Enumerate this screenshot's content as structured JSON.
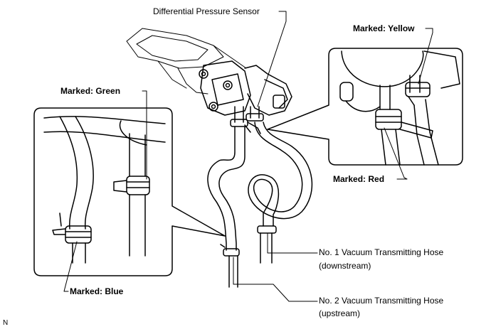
{
  "labels": {
    "differential_pressure_sensor": "Differential Pressure Sensor",
    "marked_yellow": "Marked: Yellow",
    "marked_green": "Marked: Green",
    "marked_red": "Marked: Red",
    "marked_blue": "Marked: Blue",
    "hose1_line1": "No. 1 Vacuum Transmitting Hose",
    "hose1_line2": "(downstream)",
    "hose2_line1": "No. 2 Vacuum Transmitting Hose",
    "hose2_line2": "(upstream)",
    "corner_code": "N"
  }
}
